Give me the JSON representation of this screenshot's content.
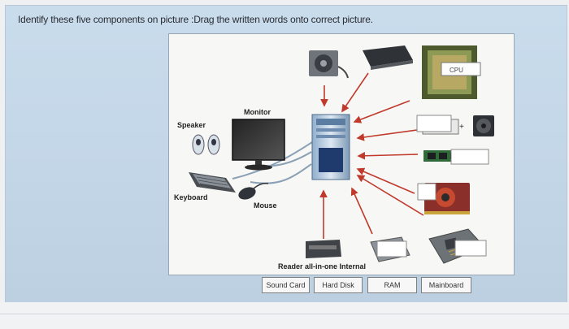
{
  "question": {
    "instructions": "Identify these five components on picture :Drag the written words onto correct picture."
  },
  "picture": {
    "labels": {
      "speaker": "Speaker",
      "monitor": "Monitor",
      "keyboard": "Keyboard",
      "mouse": "Mouse",
      "reader": "Reader all-in-one Internal",
      "cpu": "CPU"
    },
    "icons": [
      "power-supply-icon",
      "optical-drive-icon",
      "cpu-chip-icon",
      "speakers-icon",
      "monitor-icon",
      "keyboard-icon",
      "mouse-icon",
      "computer-tower-icon",
      "ram-icon",
      "graphics-card-icon",
      "hard-disk-icon",
      "card-reader-icon",
      "mainboard-icon",
      "cpu-fan-icon"
    ],
    "colors": {
      "arrow": "#c0392b"
    }
  },
  "word_bank": [
    "Sound Card",
    "Hard Disk",
    "RAM",
    "Mainboard"
  ]
}
